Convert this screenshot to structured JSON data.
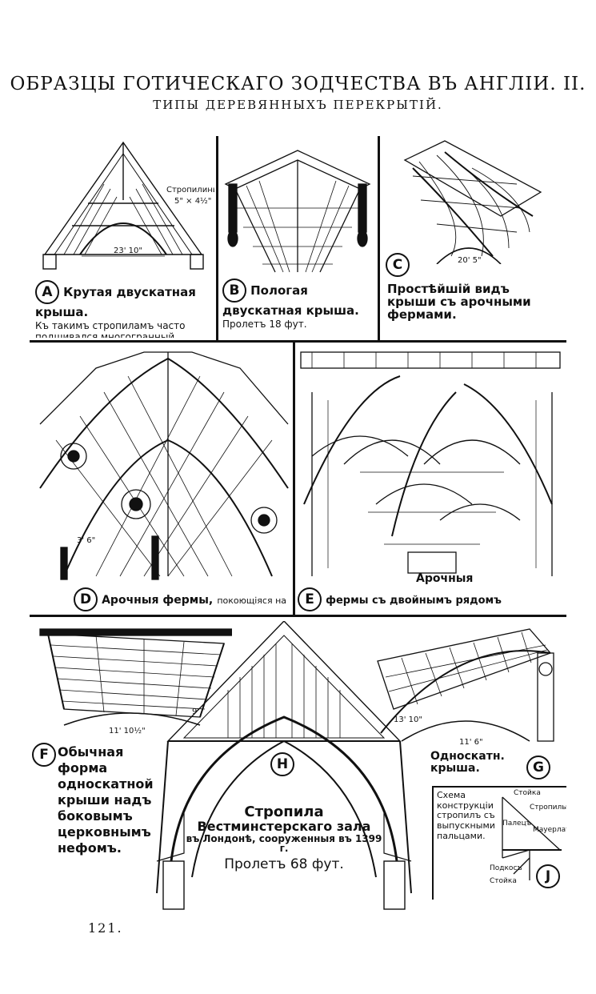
{
  "header": {
    "title": "ОБРАЗЦЫ ГОТИЧЕСКАГО ЗОДЧЕСТВА ВЪ АНГЛІИ. II.",
    "subtitle": "ТИПЫ ДЕРЕВЯННЫХЪ ПЕРЕКРЫТІЙ."
  },
  "panels": {
    "a": {
      "letter": "A",
      "caption_bold": "Крутая двускатная крыша.",
      "caption_text": "Къ такимъ стропиламъ часто подшивался многогранный досчатый потолокъ",
      "label_rafters": "Стропилины",
      "label_size": "5\" × 4½\"",
      "dimension": "23' 10\""
    },
    "b": {
      "letter": "B",
      "caption_bold": "Пологая двускатная крыша.",
      "caption_text": "Пролетъ 18 фут."
    },
    "c": {
      "letter": "C",
      "caption_bold": "Простѣйшій видъ крыши съ арочными фермами.",
      "dimension": "20' 5\""
    },
    "d": {
      "letter": "D",
      "caption_bold": "Арочныя фермы,",
      "caption_text": "покоющіяся на дерев. пальцахъ, подпертыхъ подкосами.",
      "dimension": "3' 6\""
    },
    "e": {
      "letter": "E",
      "caption_top": "Арочныя",
      "caption_bold": "фермы съ двойнымъ рядомъ пальцевъ."
    },
    "f": {
      "letter": "F",
      "caption_bold": "Обычная форма односкатной крыши надъ боковымъ церковнымъ нефомъ.",
      "dimension_1": "11' 10½\"",
      "dimension_2": "9'"
    },
    "h": {
      "letter": "H",
      "caption_1": "Стропила",
      "caption_2": "Вестминстерскаго зала",
      "caption_3": "въ Лондонѣ, сооруженныя въ 1399 г.",
      "caption_4": "Пролетъ 68 фут."
    },
    "g": {
      "letter": "G",
      "caption_bold": "Односкатн. крыша.",
      "dimension_1": "11' 6\"",
      "dimension_2": "13' 10\""
    },
    "j": {
      "letter": "J",
      "caption": "Схема конструкціи стропилъ съ выпускными пальцами.",
      "label_post": "Стойка",
      "label_rafters": "Стропилы",
      "label_finger": "Палецъ",
      "label_mauerlat": "Мауерлатъ",
      "label_brace": "Подкосъ",
      "label_post2": "Стойка"
    }
  },
  "footer": {
    "page_number": "121."
  }
}
